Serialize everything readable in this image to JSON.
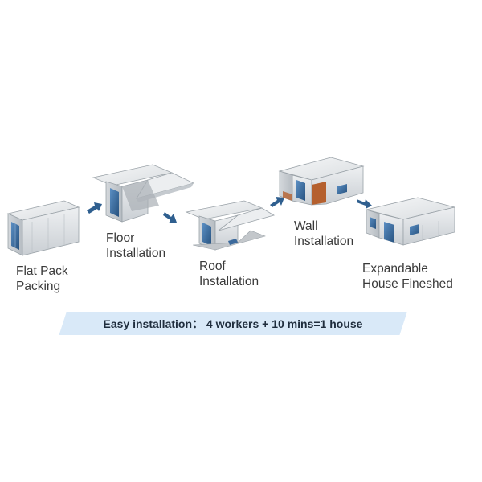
{
  "steps": [
    {
      "label_line1": "Flat Pack",
      "label_line2": "Packing"
    },
    {
      "label_line1": "Floor",
      "label_line2": "Installation"
    },
    {
      "label_line1": "Roof",
      "label_line2": "Installation"
    },
    {
      "label_line1": "Wall",
      "label_line2": "Installation"
    },
    {
      "label_line1": "Expandable",
      "label_line2": "House Fineshed"
    }
  ],
  "banner": {
    "text": "Easy installation： 4 workers + 10 mins=1 house"
  },
  "colors": {
    "arrow": "#2f5f8f",
    "banner_bg": "#d9e9f8",
    "container_body": "#dfe3e6",
    "window": "#3c6a9c",
    "floor_wood": "#b5602e"
  }
}
